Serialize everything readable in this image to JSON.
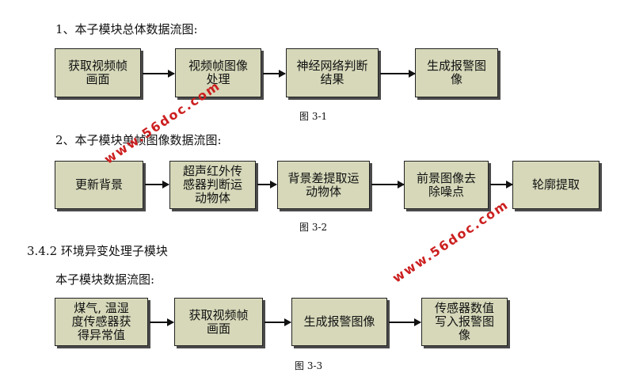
{
  "section1": {
    "heading": "1、本子模块总体数据流图:",
    "boxes": [
      "获取视频帧\n画面",
      "视频帧图像\n处理",
      "神经网络判断\n结果",
      "生成报警图\n像"
    ],
    "caption": "图 3-1"
  },
  "section2": {
    "heading": "2、本子模块单帧图像数据流图:",
    "boxes": [
      "更新背景",
      "超声红外传\n感器判断运\n动物体",
      "背景差提取运\n动物体",
      "前景图像去\n除噪点",
      "轮廓提取"
    ],
    "caption": "图 3-2"
  },
  "section3": {
    "subsection_title": "3.4.2 环境异变处理子模块",
    "heading": "本子模块数据流图:",
    "boxes": [
      "煤气, 温湿\n度传感器获\n得异常值",
      "获取视频帧\n画面",
      "生成报警图像",
      "传感器数值\n写入报警图\n像"
    ],
    "caption": "图 3-3"
  },
  "watermark": {
    "text": "www.56doc.com",
    "color": "#cc1f1f"
  }
}
